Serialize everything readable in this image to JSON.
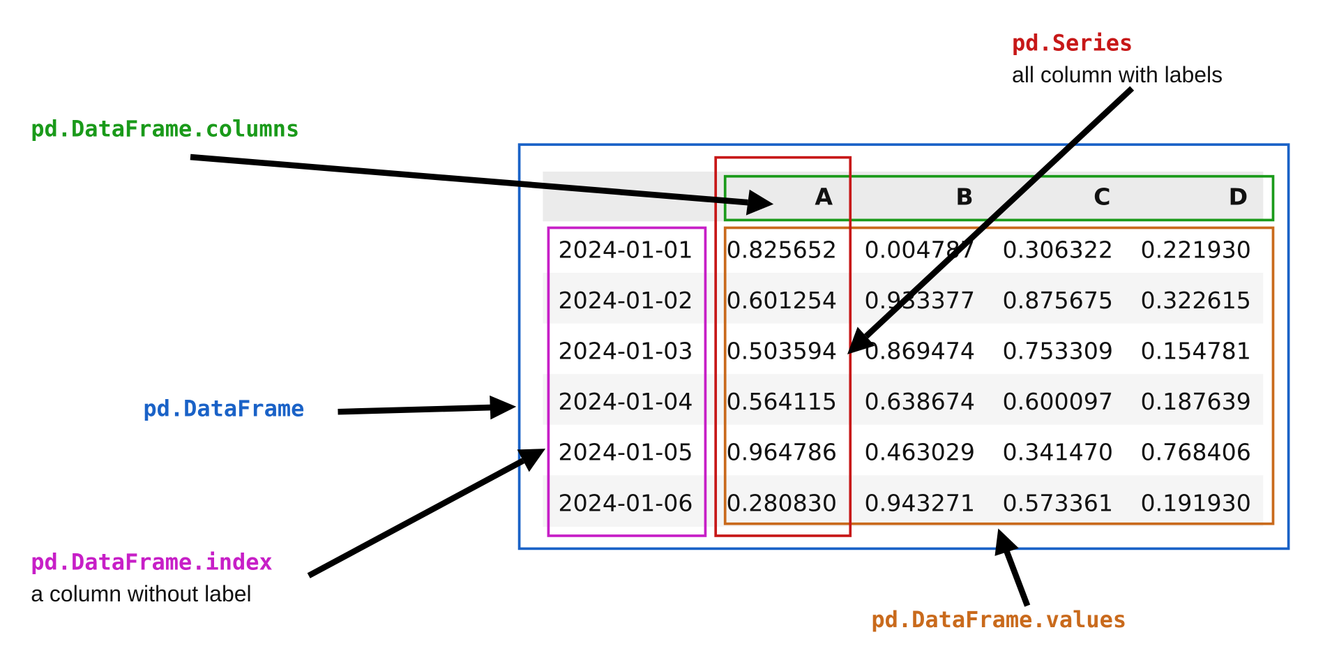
{
  "labels": {
    "columns": {
      "code": "pd.DataFrame.columns",
      "color": "#1a9a1a"
    },
    "series": {
      "code": "pd.Series",
      "caption": "all column with labels",
      "color": "#c71818"
    },
    "dataframe": {
      "code": "pd.DataFrame",
      "color": "#1a62c7"
    },
    "index": {
      "code": "pd.DataFrame.index",
      "caption": "a column without label",
      "color": "#c71fc7"
    },
    "values": {
      "code": "pd.DataFrame.values",
      "color": "#c96a1c"
    }
  },
  "table": {
    "columns": [
      "A",
      "B",
      "C",
      "D"
    ],
    "rows": [
      {
        "index": "2024-01-01",
        "values": [
          "0.825652",
          "0.004787",
          "0.306322",
          "0.221930"
        ]
      },
      {
        "index": "2024-01-02",
        "values": [
          "0.601254",
          "0.933377",
          "0.875675",
          "0.322615"
        ]
      },
      {
        "index": "2024-01-03",
        "values": [
          "0.503594",
          "0.869474",
          "0.753309",
          "0.154781"
        ]
      },
      {
        "index": "2024-01-04",
        "values": [
          "0.564115",
          "0.638674",
          "0.600097",
          "0.187639"
        ]
      },
      {
        "index": "2024-01-05",
        "values": [
          "0.964786",
          "0.463029",
          "0.341470",
          "0.768406"
        ]
      },
      {
        "index": "2024-01-06",
        "values": [
          "0.280830",
          "0.943271",
          "0.573361",
          "0.191930"
        ]
      }
    ]
  }
}
